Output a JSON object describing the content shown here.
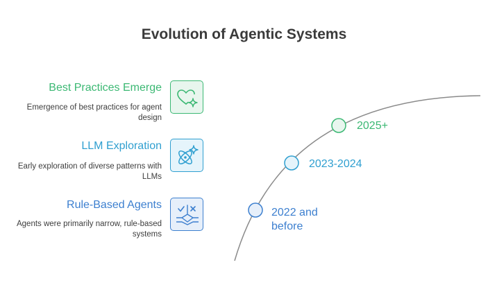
{
  "title": "Evolution of Agentic Systems",
  "colors": {
    "green": "#3bb873",
    "teal": "#2f9fd0",
    "blue": "#3c7fcf"
  },
  "stages": [
    {
      "title": "Best Practices Emerge",
      "description": "Emergence of best practices for agent design",
      "icon": "heart-sparkle-icon",
      "color": "green"
    },
    {
      "title": "LLM Exploration",
      "description": "Early exploration of diverse patterns with LLMs",
      "icon": "atom-sparkle-icon",
      "color": "teal"
    },
    {
      "title": "Rule-Based Agents",
      "description": "Agents were primarily narrow, rule-based systems",
      "icon": "check-cross-rules-icon",
      "color": "blue"
    }
  ],
  "timeline": [
    {
      "label": "2025+",
      "color": "green"
    },
    {
      "label": "2023-2024",
      "color": "teal"
    },
    {
      "label": "2022 and before",
      "color": "blue"
    }
  ]
}
